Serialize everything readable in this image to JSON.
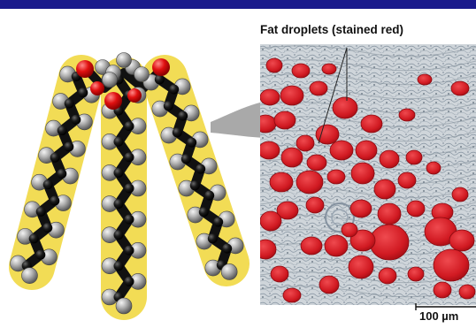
{
  "caption": "Fat droplets (stained red)",
  "scale_bar": {
    "label": "100 µm"
  },
  "colors": {
    "frame": "#1a1a8c",
    "chain_halo": "#f2dc55",
    "carbon": "#111111",
    "hydrogen": "#a8a8a8",
    "oxygen": "#e01010",
    "droplet": "#d81f26",
    "tissue": "#c9cfd4",
    "pointer": "#a9a9a9"
  },
  "molecule": {
    "name": "triglyceride",
    "chains": 3
  }
}
